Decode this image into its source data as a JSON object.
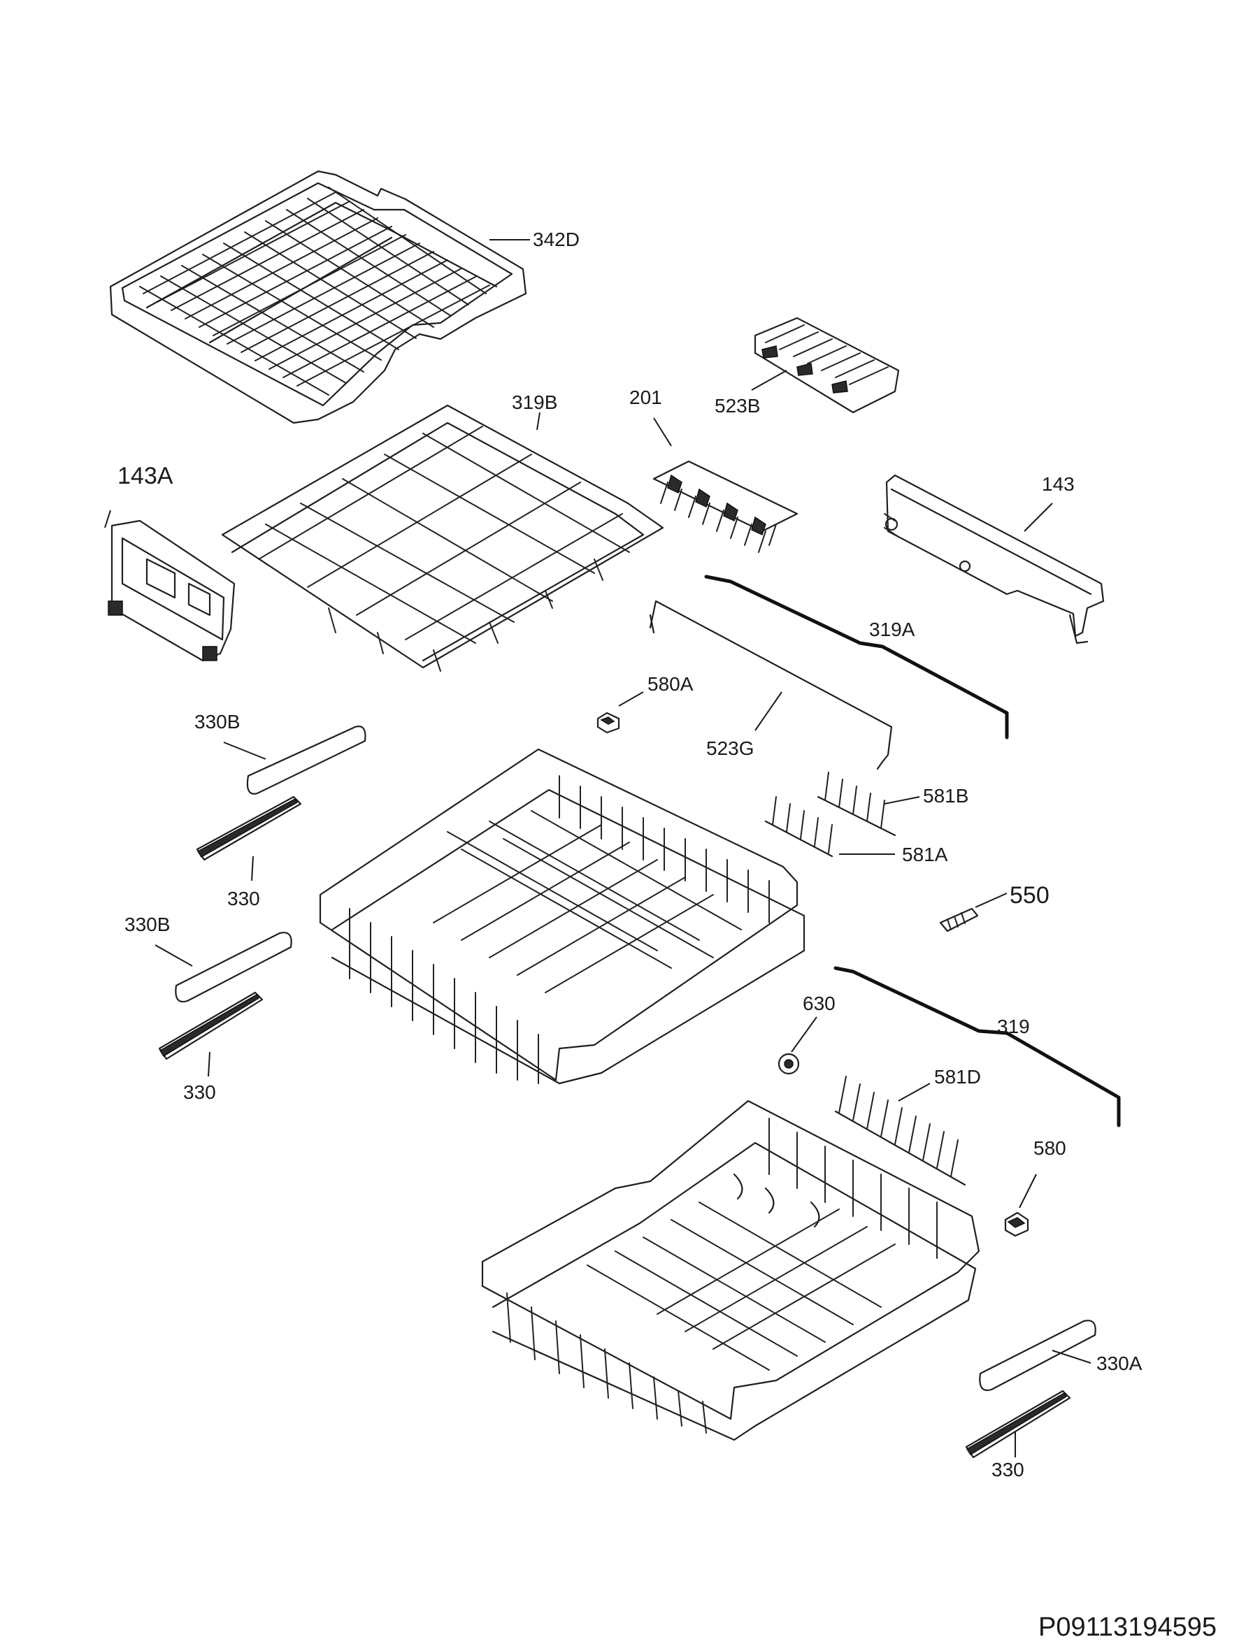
{
  "diagram": {
    "labels": {
      "l342D": "342D",
      "l523B": "523B",
      "l319B": "319B",
      "l201": "201",
      "l143A": "143A",
      "l143": "143",
      "l319A": "319A",
      "l580A": "580A",
      "l330B_top": "330B",
      "l523G": "523G",
      "l581B": "581B",
      "l581A": "581A",
      "l330_upper": "330",
      "l550": "550",
      "l330B_lower": "330B",
      "l630": "630",
      "l319": "319",
      "l581D": "581D",
      "l330_lower_left": "330",
      "l580": "580",
      "l330A": "330A",
      "l330_bottom": "330"
    },
    "document_code": "P09113194595"
  }
}
